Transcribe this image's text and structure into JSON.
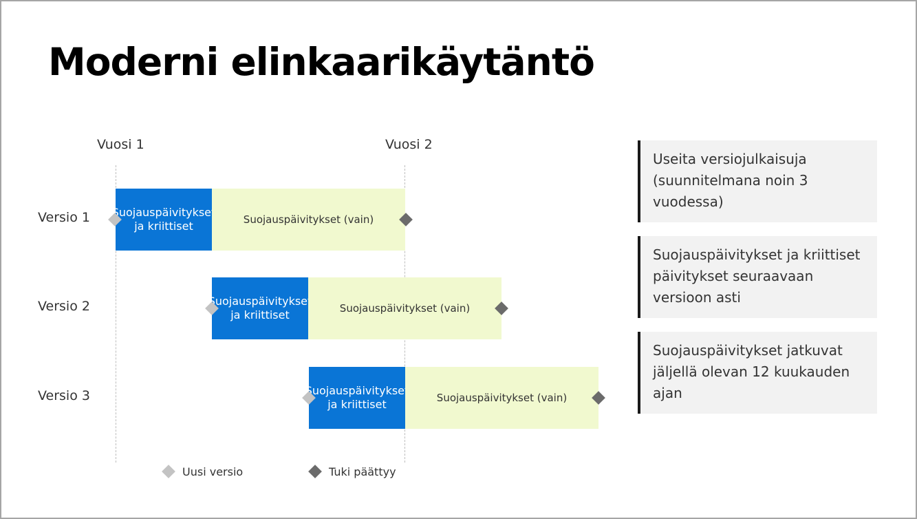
{
  "title": "Moderni elinkaarikäytäntö",
  "timeline": {
    "years": [
      "Vuosi 1",
      "Vuosi 2"
    ],
    "rows": [
      {
        "label": "Versio 1",
        "critical_label": "Suojauspäivitykset ja kriittiset",
        "security_label": "Suojauspäivitykset (vain)"
      },
      {
        "label": "Versio 2",
        "critical_label": "Suojauspäivitykset ja kriittiset",
        "security_label": "Suojauspäivitykset (vain)"
      },
      {
        "label": "Versio 3",
        "critical_label": "Suojauspäivitykset ja kriittiset",
        "security_label": "Suojauspäivitykset (vain)"
      }
    ]
  },
  "legend": {
    "new_version": "Uusi versio",
    "support_ends": "Tuki päättyy"
  },
  "notes": [
    "Useita versiojulkaisuja (suunnitelmana noin 3 vuodessa)",
    "Suojauspäivitykset ja kriittiset päivitykset seuraavaan versioon asti",
    "Suojauspäivitykset jatkuvat jäljellä olevan 12 kuukauden ajan"
  ],
  "colors": {
    "critical_bar": "#0a75d6",
    "security_bar": "#f1f9cf",
    "new_version_marker": "#c3c3c3",
    "support_end_marker": "#6b6b6b"
  }
}
